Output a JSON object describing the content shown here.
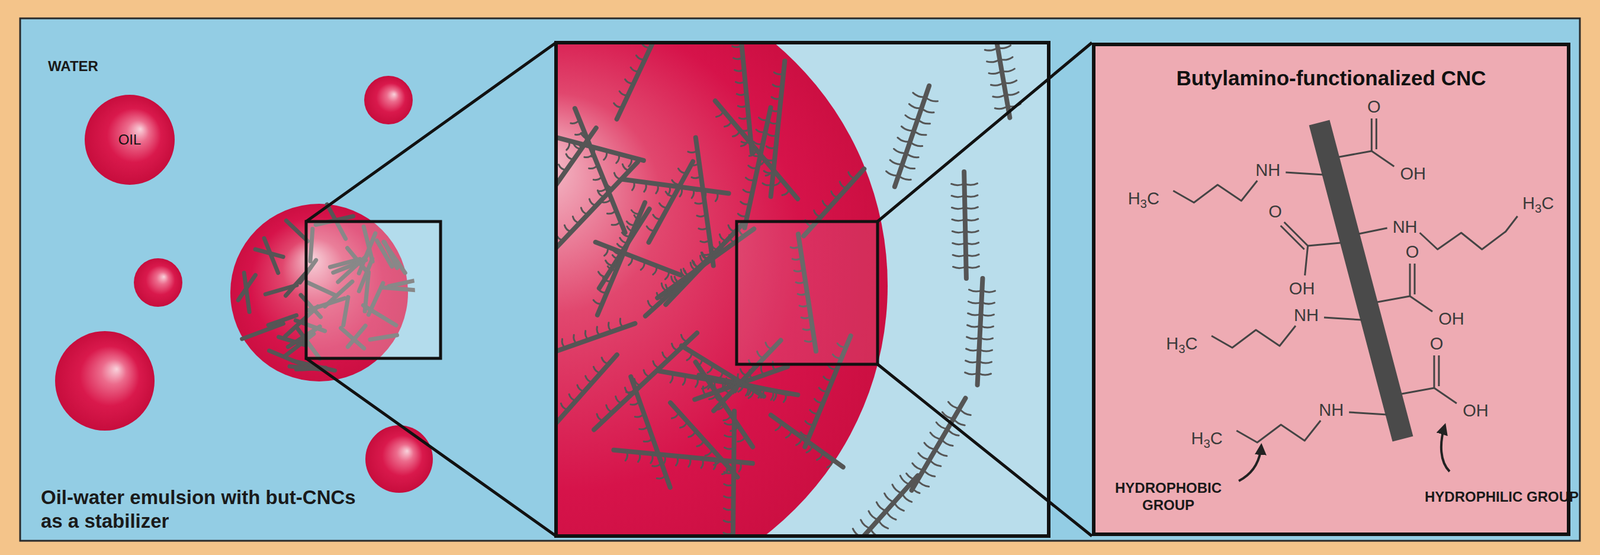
{
  "diagram": {
    "nodes": [
      {
        "text": [
          "OIL"
        ]
      },
      {
        "text": [
          "Butylamino-functionalized CNC"
        ]
      }
    ],
    "labels": [
      "WATER",
      "Oil-water emulsion with but-CNCs as a stabilizer",
      "H3C",
      "NH",
      "O",
      "OH",
      "H3C",
      "NH",
      "O",
      "OH",
      "H3C",
      "NH",
      "O",
      "OH",
      "H3C",
      "NH",
      "O",
      "OH",
      "HYDROPHOBIC GROUP",
      "HYDROPHILIC GROUP"
    ]
  }
}
